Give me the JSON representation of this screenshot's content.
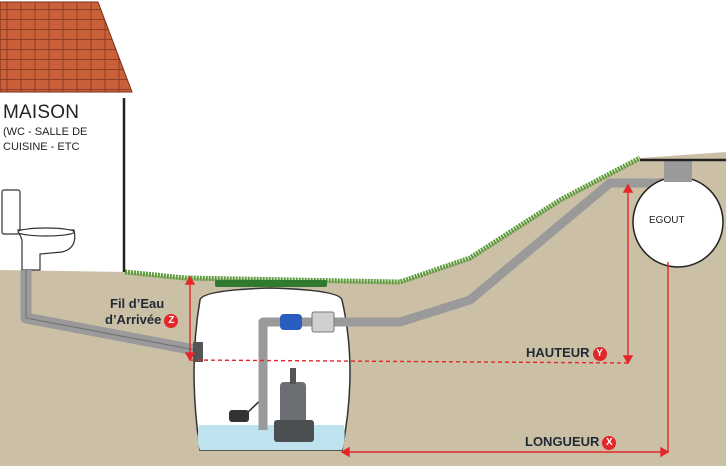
{
  "house": {
    "title": "MAISON",
    "line1": "(WC - SALLE DE",
    "line2": "CUISINE - ETC"
  },
  "labels": {
    "fil_line1": "Fil d’Eau",
    "fil_line2": "d’Arrivée",
    "fil_marker": "Z",
    "hauteur": "HAUTEUR",
    "hauteur_marker": "Y",
    "longueur": "LONGUEUR",
    "longueur_marker": "X",
    "egout": "EGOUT"
  },
  "colors": {
    "roof": "#c9603a",
    "soil": "#cbbfa6",
    "grass": "#5a9b3a",
    "pipe": "#9a9a9a",
    "tank": "#ffffff",
    "water": "#bfe3ee",
    "dimension": "#e2262a",
    "pump": "#6b6f73",
    "valve": "#2a5dbf"
  }
}
